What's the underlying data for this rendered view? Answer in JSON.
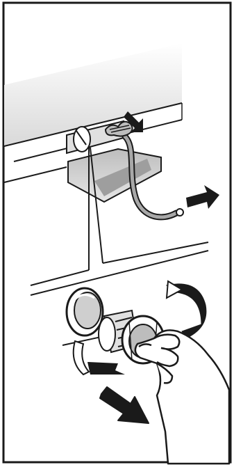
{
  "figure": {
    "kind": "instructional line illustration",
    "text_labels": [],
    "colors": {
      "ink": "#1a1a1a",
      "panel_shadow": "#cfcfcf",
      "hose": "#a8a8a8",
      "background": "#ffffff"
    },
    "icons": [
      "appliance-body-panel",
      "service-hatch-open",
      "drain-hose",
      "hose-clip",
      "pull-arrow-right",
      "pump-filter-cap",
      "filter-insert",
      "rotate-arrow-counterclockwise",
      "pull-arrow-down-right",
      "hand"
    ]
  }
}
